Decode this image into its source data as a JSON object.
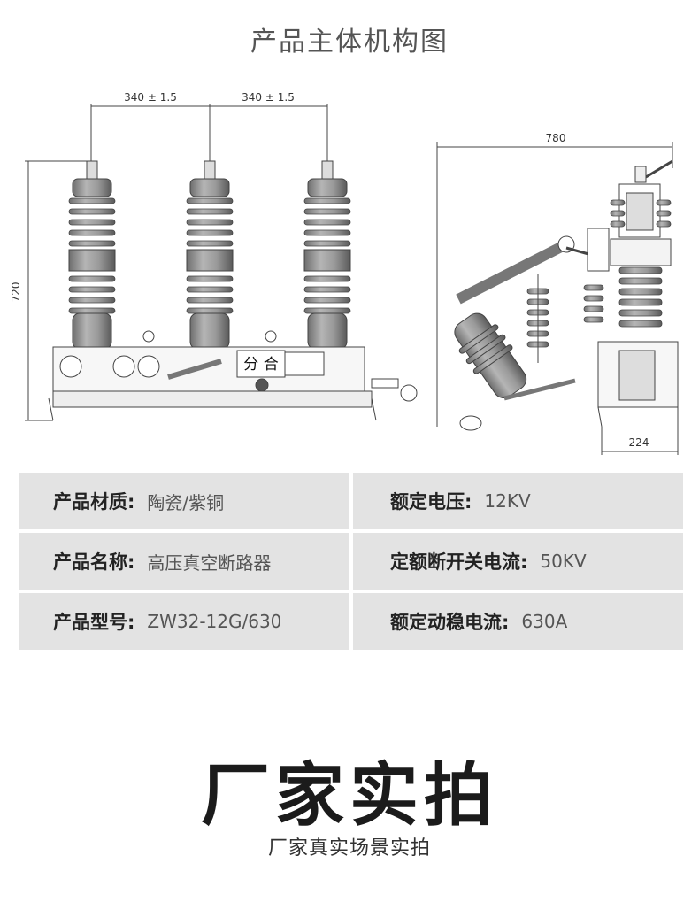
{
  "header": {
    "title": "产品主体机构图"
  },
  "drawing": {
    "dim_left_1": "340 ± 1.5",
    "dim_left_2": "340 ± 1.5",
    "dim_height": "720",
    "dim_width": "780",
    "dim_depth": "224",
    "panel_label": "分 合"
  },
  "specs": [
    {
      "left_label": "产品材质:",
      "left_value": "陶瓷/紫铜",
      "right_label": "额定电压:",
      "right_value": "12KV"
    },
    {
      "left_label": "产品名称:",
      "left_value": "高压真空断路器",
      "right_label": "定额断开关电流:",
      "right_value": "50KV"
    },
    {
      "left_label": "产品型号:",
      "left_value": "ZW32-12G/630",
      "right_label": "额定动稳电流:",
      "right_value": "630A"
    }
  ],
  "footer": {
    "title": "厂家实拍",
    "subtitle": "厂家真实场景实拍"
  },
  "colors": {
    "insulator": "#8a8a8a",
    "line": "#444444",
    "cell_bg": "#e3e3e3"
  }
}
